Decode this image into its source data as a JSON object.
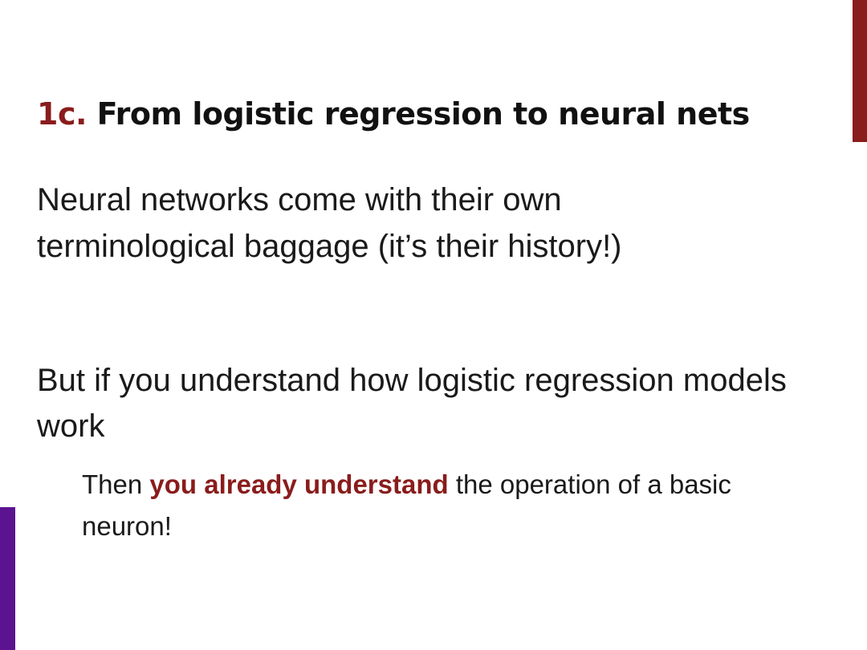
{
  "slide": {
    "title_number": "1c.",
    "title_text": "From logistic regression to neural nets",
    "paragraph_1": "Neural networks come with their own terminological baggage (it’s their history!)",
    "paragraph_2": "But if you understand how logistic regression models work",
    "paragraph_3_before": "Then ",
    "paragraph_3_emphasis": "you already understand",
    "paragraph_3_after": " the operation of a basic neuron!"
  },
  "colors": {
    "accent_red": "#8a1c1c",
    "accent_purple": "#5b138f",
    "text": "#1a1a1a",
    "background": "#ffffff"
  }
}
